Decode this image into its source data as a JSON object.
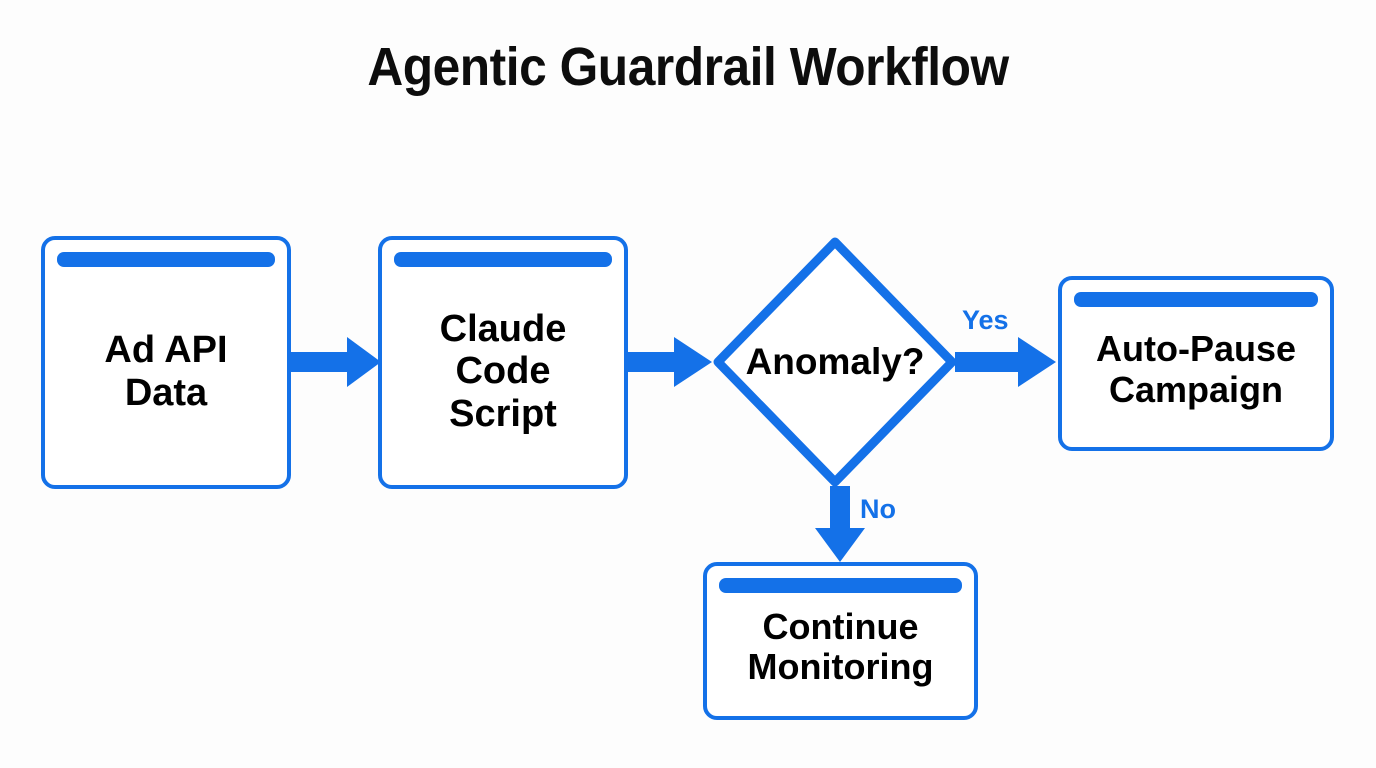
{
  "page": {
    "title": "Agentic Guardrail Workflow",
    "background_color": "#fdfdfd",
    "accent_color": "#1471e8",
    "text_color": "#000000"
  },
  "diagram": {
    "type": "flowchart",
    "orientation": "left-to-right with downward branch",
    "nodes": [
      {
        "id": "ad-api-data",
        "shape": "rounded-rectangle",
        "label": "Ad API\nData",
        "header_bar": true
      },
      {
        "id": "claude-code-script",
        "shape": "rounded-rectangle",
        "label": "Claude\nCode\nScript",
        "header_bar": true
      },
      {
        "id": "anomaly-decision",
        "shape": "diamond",
        "label": "Anomaly?",
        "header_bar": false
      },
      {
        "id": "auto-pause-campaign",
        "shape": "rounded-rectangle",
        "label": "Auto-Pause\nCampaign",
        "header_bar": true
      },
      {
        "id": "continue-monitoring",
        "shape": "rounded-rectangle",
        "label": "Continue\nMonitoring",
        "header_bar": true
      }
    ],
    "edges": [
      {
        "id": "e1",
        "from": "ad-api-data",
        "to": "claude-code-script",
        "label": "",
        "direction": "right"
      },
      {
        "id": "e2",
        "from": "claude-code-script",
        "to": "anomaly-decision",
        "label": "",
        "direction": "right"
      },
      {
        "id": "e3",
        "from": "anomaly-decision",
        "to": "auto-pause-campaign",
        "label": "Yes",
        "direction": "right"
      },
      {
        "id": "e4",
        "from": "anomaly-decision",
        "to": "continue-monitoring",
        "label": "No",
        "direction": "down"
      }
    ]
  }
}
